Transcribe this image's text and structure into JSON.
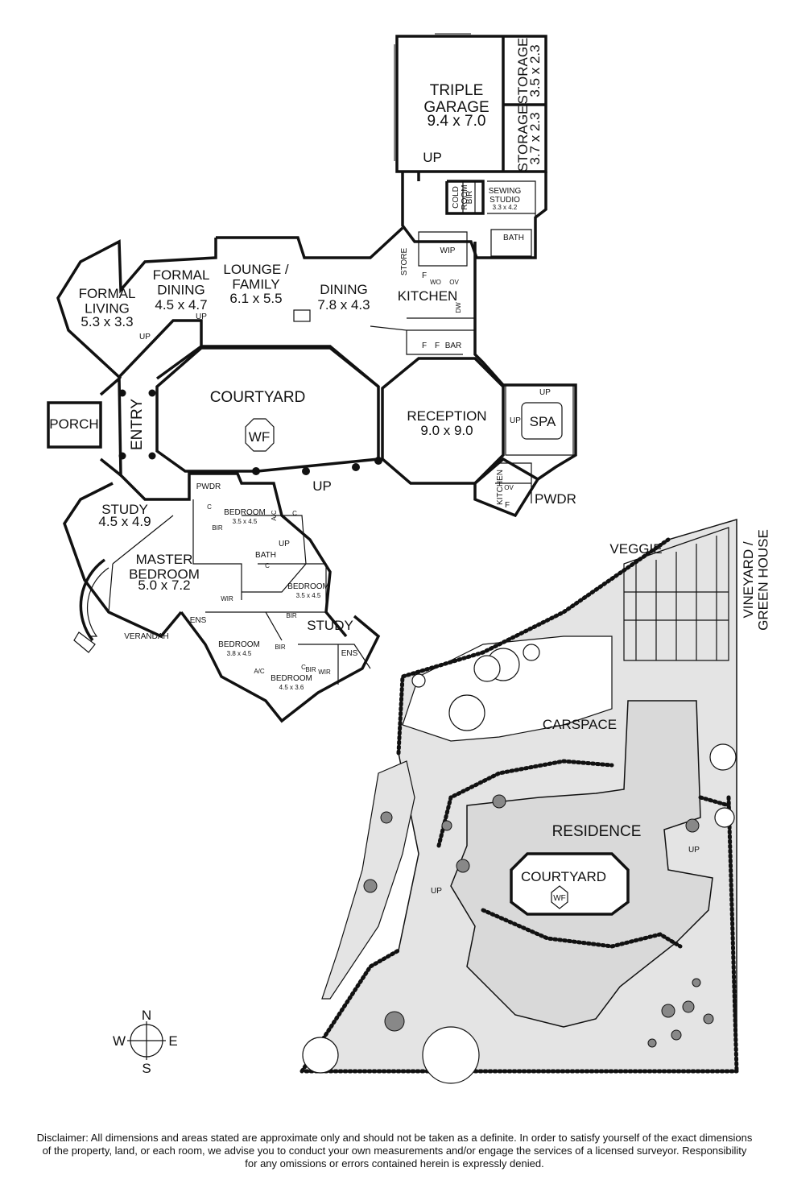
{
  "floor_plan": {
    "rooms": {
      "triple_garage": {
        "name": "TRIPLE\nGARAGE",
        "size": "9.4 x 7.0"
      },
      "storage_1": {
        "name": "STORAGE",
        "size": "3.5 x 2.3"
      },
      "storage_2": {
        "name": "STORAGE",
        "size": "3.7 x 2.3"
      },
      "cold_room": "COLD\nROOM",
      "bir": "BIR",
      "sewing_studio": {
        "name": "SEWING\nSTUDIO",
        "size": "3.3 x 4.2"
      },
      "bath_upper": "BATH",
      "wip": "WIP",
      "store": "STORE",
      "kitchen": "KITCHEN",
      "lounge_family": {
        "name": "LOUNGE /\nFAMILY",
        "size": "6.1 x 5.5"
      },
      "dining": {
        "name": "DINING",
        "size": "7.8 x 4.3"
      },
      "formal_dining": {
        "name": "FORMAL\nDINING",
        "size": "4.5 x 4.7"
      },
      "formal_living": {
        "name": "FORMAL\nLIVING",
        "size": "5.3 x 3.3"
      },
      "courtyard": "COURTYARD",
      "wf": "WF",
      "reception": {
        "name": "RECEPTION",
        "size": "9.0 x 9.0"
      },
      "spa": "SPA",
      "kitchenette": "KITCHEN",
      "pwdr_east": "PWDR",
      "pwdr_west": "PWDR",
      "porch": "PORCH",
      "entry": "ENTRY",
      "study_main": {
        "name": "STUDY",
        "size": "4.5 x 4.9"
      },
      "master_bedroom": {
        "name": "MASTER\nBEDROOM",
        "size": "5.0 x 7.2"
      },
      "bedroom_1": {
        "name": "BEDROOM",
        "size": "3.5 x 4.5"
      },
      "bedroom_2": {
        "name": "BEDROOM",
        "size": "3.5 x 4.5"
      },
      "bedroom_3": {
        "name": "BEDROOM",
        "size": "3.8 x 4.5"
      },
      "bedroom_4": {
        "name": "BEDROOM",
        "size": "4.5 x 3.6"
      },
      "bath_lower": "BATH",
      "study_small": "STUDY",
      "ens_1": "ENS",
      "ens_2": "ENS",
      "verandah": "VERANDAH",
      "wir_1": "WIR",
      "wir_2": "WIR",
      "bir_1": "BIR",
      "bir_2": "BIR",
      "bir_3": "BIR",
      "bir_4": "BIR"
    },
    "fixtures": {
      "up": "UP",
      "wo": "WO",
      "ov": "OV",
      "dw": "DW",
      "f": "F",
      "bar": "BAR",
      "c": "C",
      "ac": "A/C"
    }
  },
  "site_plan": {
    "veggie": "VEGGIE",
    "vineyard": "VINEYARD /\nGREEN HOUSE",
    "carspace": "CARSPACE",
    "residence": "RESIDENCE",
    "courtyard": "COURTYARD",
    "wf": "WF",
    "up": "UP"
  },
  "compass": {
    "n": "N",
    "s": "S",
    "e": "E",
    "w": "W"
  },
  "disclaimer": [
    "Disclaimer: All dimensions and areas stated are approximate only and should not be taken as a definite. In order to satisfy yourself of the exact dimensions",
    "of the property, land, or each room, we advise you to conduct your own measurements and/or engage the services of a licensed surveyor. Responsibility",
    "for any omissions or errors contained herein is expressly denied."
  ]
}
